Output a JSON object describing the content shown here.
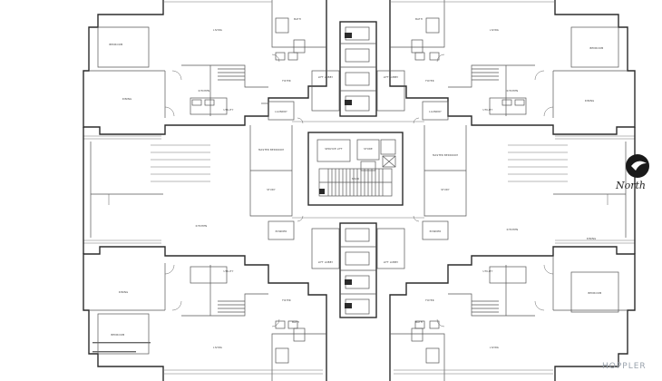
{
  "floor_plan": {
    "north_label": "North",
    "watermark": "HOPPLER",
    "rooms": {
      "bedroom": "BEDROOM",
      "living": "LIVING",
      "dining": "DINING",
      "kitchen": "KITCHEN",
      "master_bedroom": "MASTER BEDROOM",
      "balcony": "BALCONY",
      "utility": "UTILITY",
      "laundry": "LAUNDRY",
      "lift_lobby": "LIFT LOBBY",
      "foyer": "FOYER",
      "bath": "BATH",
      "powder": "POWDER",
      "study": "STUDY",
      "store": "STORE",
      "service_lift": "SERVICE LIFT",
      "stair": "STAIR"
    }
  }
}
